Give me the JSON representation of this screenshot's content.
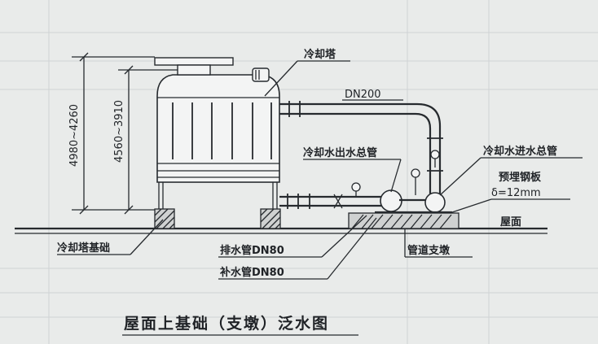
{
  "labels": {
    "cooling_tower": "冷却塔",
    "pipe_size": "DN200",
    "outlet_main": "冷却水出水总管",
    "inlet_main": "冷却水进水总管",
    "steel_plate": "预埋钢板",
    "plate_thickness": "δ=12mm",
    "roof": "屋面",
    "tower_foundation": "冷却塔基础",
    "drain_pipe": "排水管DN80",
    "makeup_pipe": "补水管DN80",
    "pipe_support": "管道支墩"
  },
  "dimensions": {
    "outer_height": "4980~4260",
    "inner_height": "4560~3910"
  },
  "title": "屋面上基础（支墩）泛水图",
  "colors": {
    "background": "#e9ebea",
    "ink": "#262a2e",
    "tower_fill": "#f3f4f4"
  }
}
